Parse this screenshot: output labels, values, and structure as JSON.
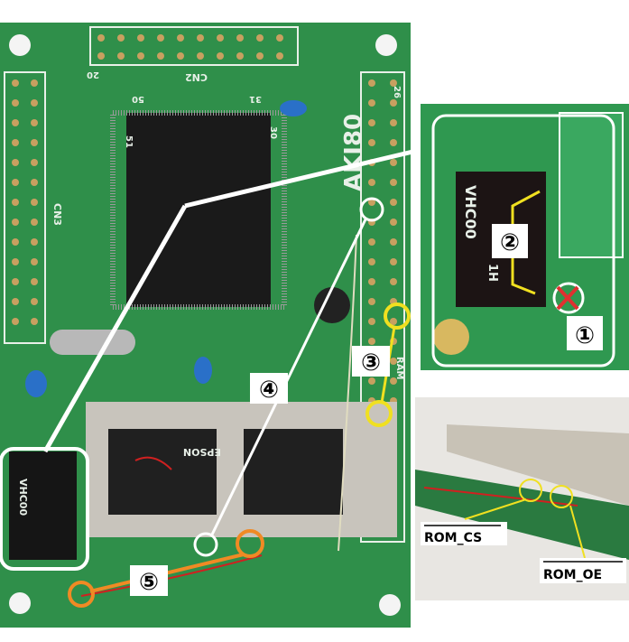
{
  "main_photo": {
    "silkscreen": {
      "board_name": "AKI80",
      "cn2": "CN2",
      "cn3": "CN3",
      "pin_20": "20",
      "pin_50": "50",
      "pin_51": "51",
      "pin_31": "31",
      "pin_30": "30",
      "pin_26": "26",
      "ram": "RAM",
      "ic_marking": "VHC00",
      "rom_chip": "EPSON"
    },
    "callouts": [
      "③",
      "④",
      "⑤"
    ]
  },
  "inset_top": {
    "ic_marking": "VHC00",
    "ic_code": "1H",
    "callouts": [
      "②",
      "①"
    ]
  },
  "inset_bottom": {
    "labels": [
      "ROM_CS",
      "ROM_OE"
    ]
  },
  "colors": {
    "board_green": "#2f8f4a",
    "annotation_white": "#ffffff",
    "annotation_yellow": "#f0e020",
    "annotation_orange": "#f08a24",
    "cut_mark_red": "#e03030"
  }
}
